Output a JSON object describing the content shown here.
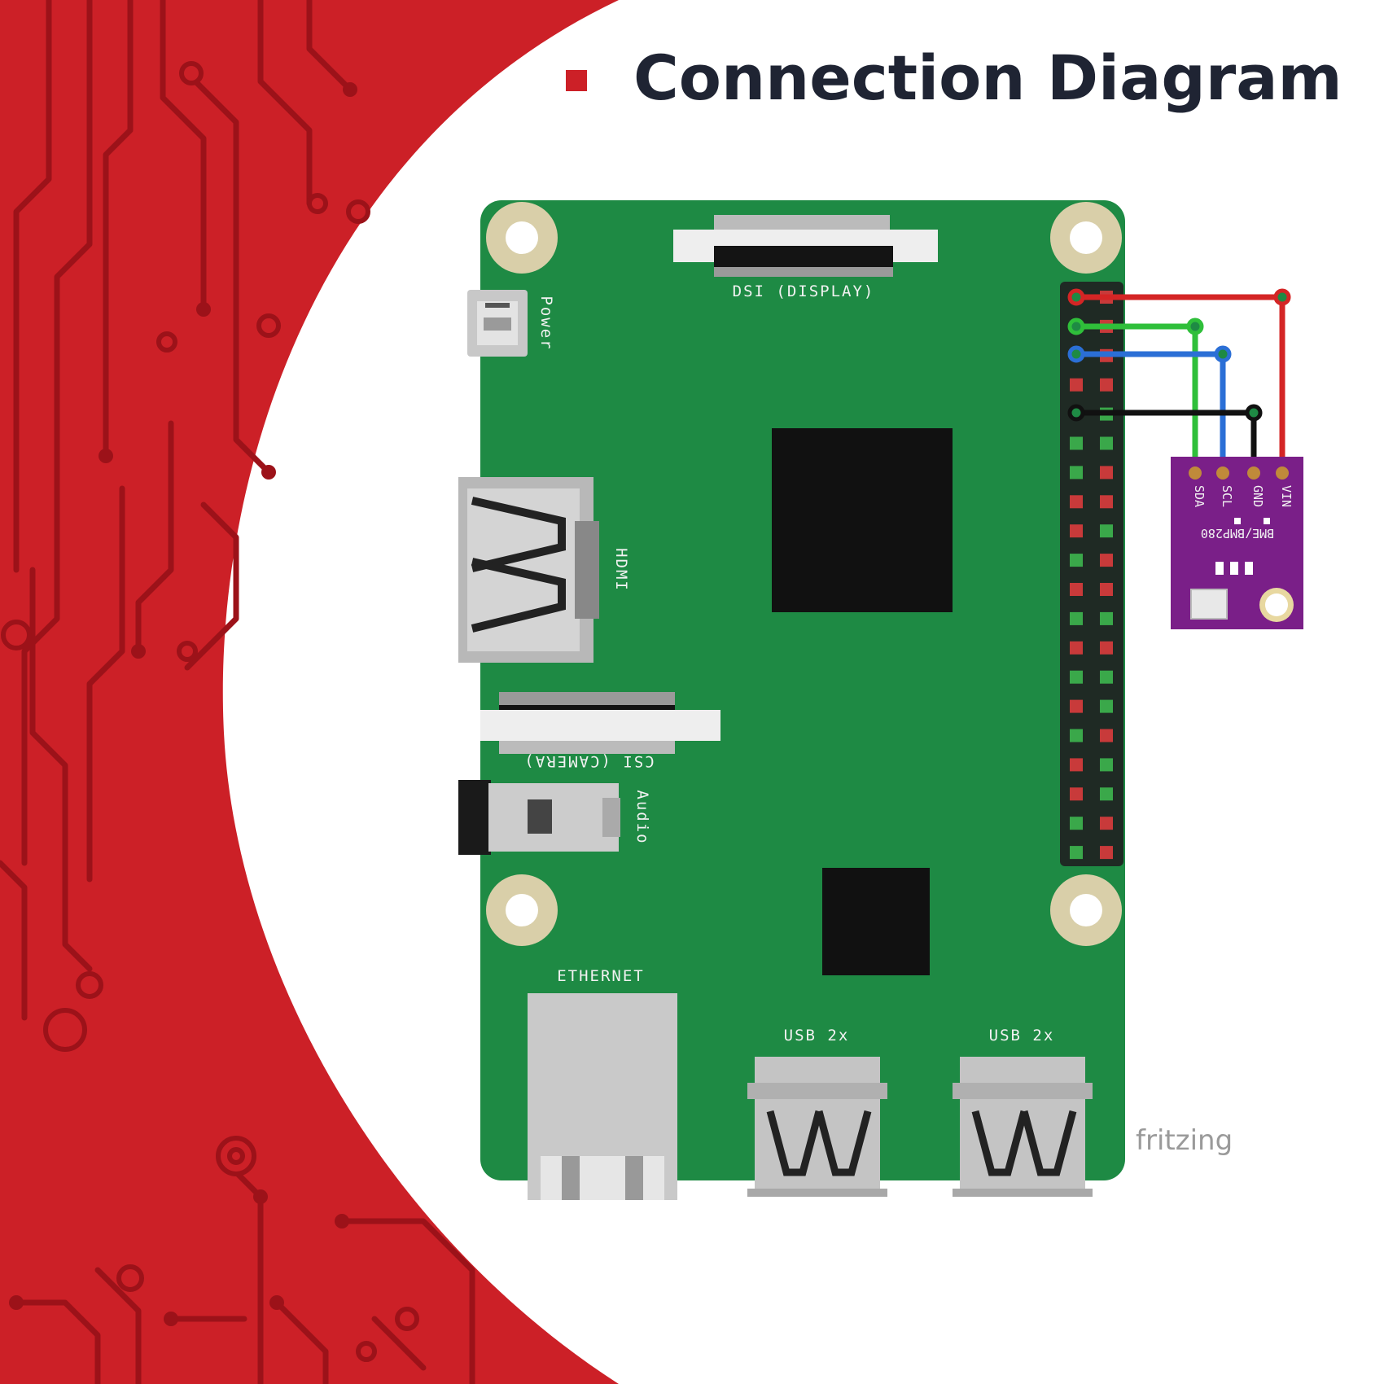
{
  "header": {
    "title": "Connection Diagram"
  },
  "board": {
    "labels": {
      "dsi": "DSI (DISPLAY)",
      "power": "Power",
      "hdmi": "HDMI",
      "csi": "CSI (CAMERA)",
      "audio": "Audio",
      "ethernet": "ETHERNET",
      "usb_left": "USB 2x",
      "usb_right": "USB 2x"
    }
  },
  "sensor": {
    "name": "BME/BMP280",
    "pins": [
      "SDA",
      "SCL",
      "GND",
      "VIN"
    ]
  },
  "wires": [
    {
      "from_pin": "VIN",
      "color": "#d42525"
    },
    {
      "from_pin": "SDA",
      "color": "#2fbf3a"
    },
    {
      "from_pin": "SCL",
      "color": "#2b6fd6"
    },
    {
      "from_pin": "GND",
      "color": "#111111"
    }
  ],
  "footer": {
    "credit": "fritzing"
  },
  "colors": {
    "background_red": "#cc2027",
    "board_green": "#1e8a44",
    "sensor_purple": "#7a1f88",
    "title_dark": "#1f2433"
  }
}
